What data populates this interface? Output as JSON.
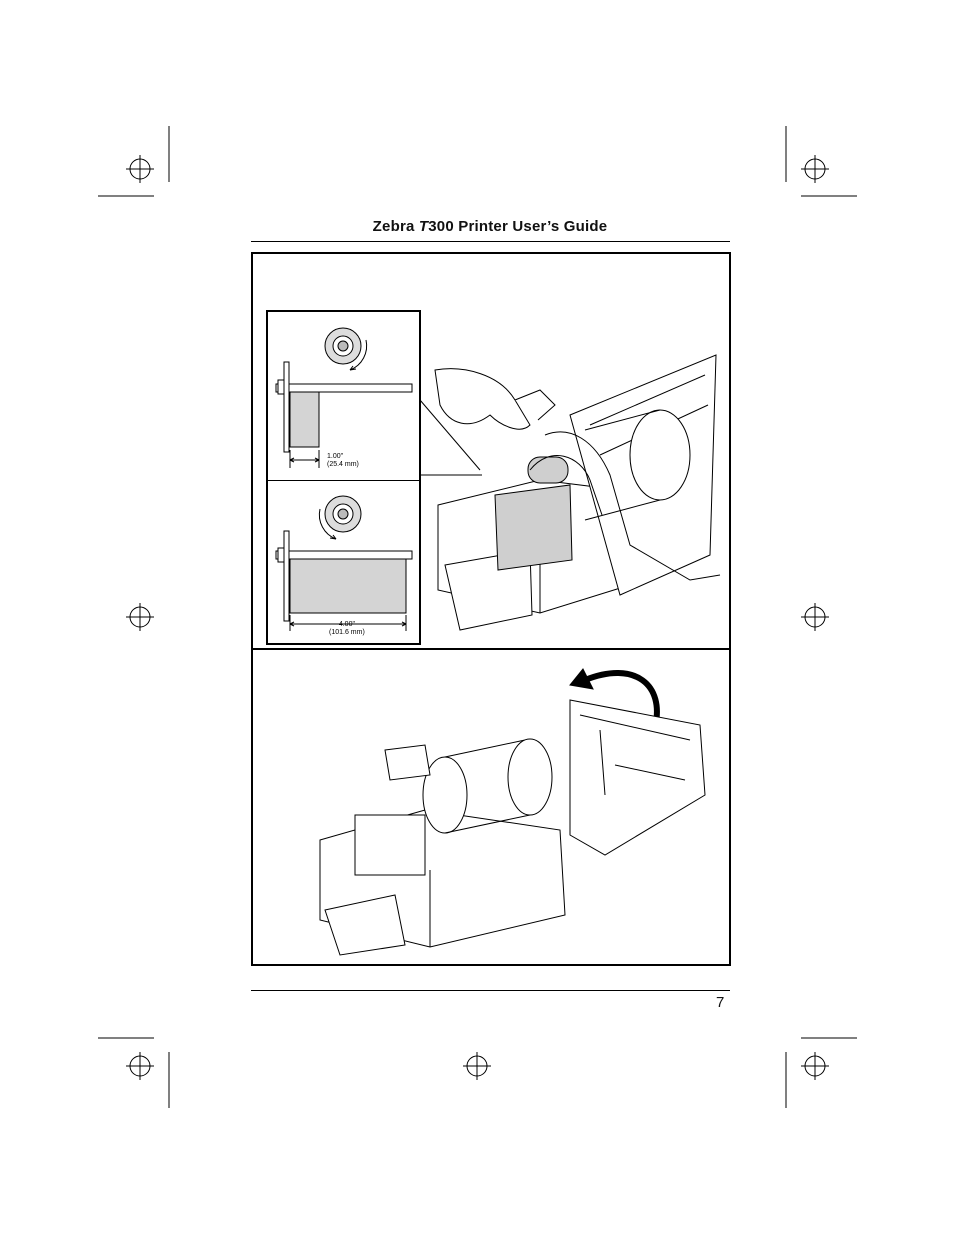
{
  "header": {
    "title_prefix": "Zebra ",
    "title_model": "T",
    "title_suffix": "300 Printer User’s Guide"
  },
  "insets": {
    "top": {
      "dim_value": "1.00\"",
      "dim_metric": "(25.4 mm)"
    },
    "bottom": {
      "dim_value": "4.00\"",
      "dim_metric": "(101.6 mm)"
    }
  },
  "footer": {
    "page_number": "7"
  }
}
